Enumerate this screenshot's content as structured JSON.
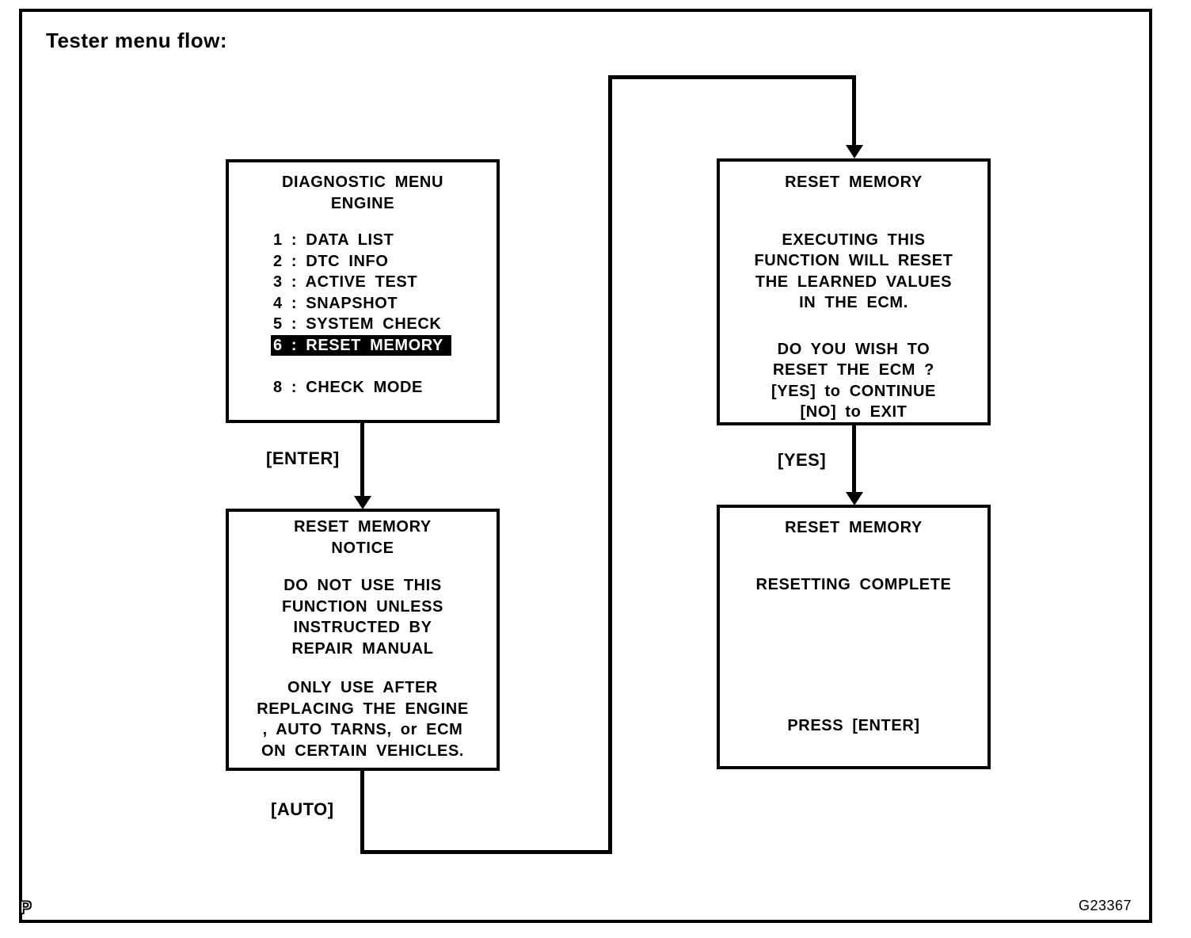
{
  "title": "Tester menu flow:",
  "colors": {
    "ink": "#000000",
    "paper": "#ffffff",
    "highlight_bg": "#000000",
    "highlight_text": "#ffffff"
  },
  "labels": {
    "enter": "[ENTER]",
    "auto": "[AUTO]",
    "yes": "[YES]"
  },
  "screens": {
    "diagnostic_menu": {
      "title_line1": "DIAGNOSTIC MENU",
      "title_line2": "ENGINE",
      "items": [
        "1 : DATA LIST",
        "2 : DTC INFO",
        "3 : ACTIVE TEST",
        "4 : SNAPSHOT",
        "5 : SYSTEM CHECK",
        "6 : RESET MEMORY",
        "8 : CHECK MODE"
      ],
      "highlighted_item": "6 : RESET MEMORY"
    },
    "reset_notice": {
      "title_line1": "RESET MEMORY",
      "title_line2": "NOTICE",
      "para1": [
        "DO NOT USE THIS",
        "FUNCTION UNLESS",
        "INSTRUCTED BY",
        "REPAIR MANUAL"
      ],
      "para2": [
        "ONLY USE AFTER",
        "REPLACING THE ENGINE",
        ", AUTO TARNS, or ECM",
        "ON CERTAIN VEHICLES."
      ]
    },
    "reset_confirm": {
      "title": "RESET MEMORY",
      "para1": [
        "EXECUTING THIS",
        "FUNCTION WILL RESET",
        "THE LEARNED VALUES",
        "IN THE ECM."
      ],
      "para2": [
        "DO YOU WISH TO",
        "RESET THE ECM ?",
        "[YES] to CONTINUE",
        "[NO] to EXIT"
      ]
    },
    "reset_complete": {
      "title": "RESET MEMORY",
      "status": "RESETTING COMPLETE",
      "action": "PRESS [ENTER]"
    }
  },
  "footer": {
    "figure_code": "G23367",
    "page_marker": "P"
  }
}
